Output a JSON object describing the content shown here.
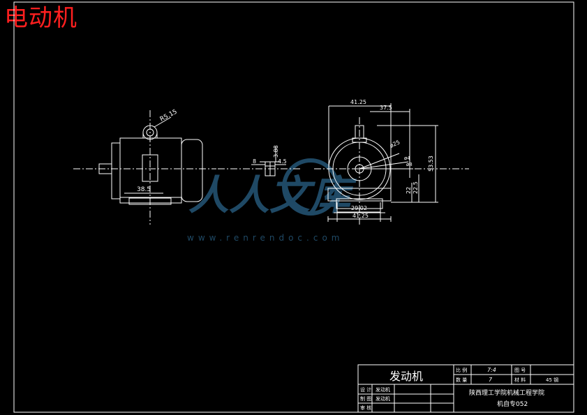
{
  "page_title": "电动机",
  "dims": {
    "left_r": "R5.15",
    "left_len": "38.5",
    "mid_top": "3.88",
    "mid_left": "8",
    "mid_right": "4.5",
    "right_top_outer": "41.25",
    "right_top_inner": "37.5",
    "right_r1": "ø25",
    "right_d1": "ø4",
    "right_d2": "ø8",
    "right_v_small": "22",
    "right_v_mid": "22.5",
    "right_v_tall": "53.53",
    "right_bottom_inner": "29.02",
    "right_bottom_outer": "41.25"
  },
  "watermark": {
    "text_cn": "人人文库",
    "url": "www.renrendoc.com"
  },
  "title_block": {
    "drawing_name": "发动机",
    "scale_label": "比 例",
    "scale_value": "7:4",
    "sheet_label": "图 号",
    "sheet_value": "",
    "qty_label": "数 量",
    "qty_value": "7",
    "material_label": "材 料",
    "material_value": "45 钢",
    "design_label": "设 计",
    "design_value": "发动机",
    "draw_label": "制 图",
    "draw_value": "发动机",
    "review_label": "审 核",
    "school": "陕西理工学院机械工程学院",
    "class": "机自专052"
  },
  "colors": {
    "stroke": "#ffffff",
    "title": "#ff1f1f",
    "watermark": "#3a86b8"
  }
}
